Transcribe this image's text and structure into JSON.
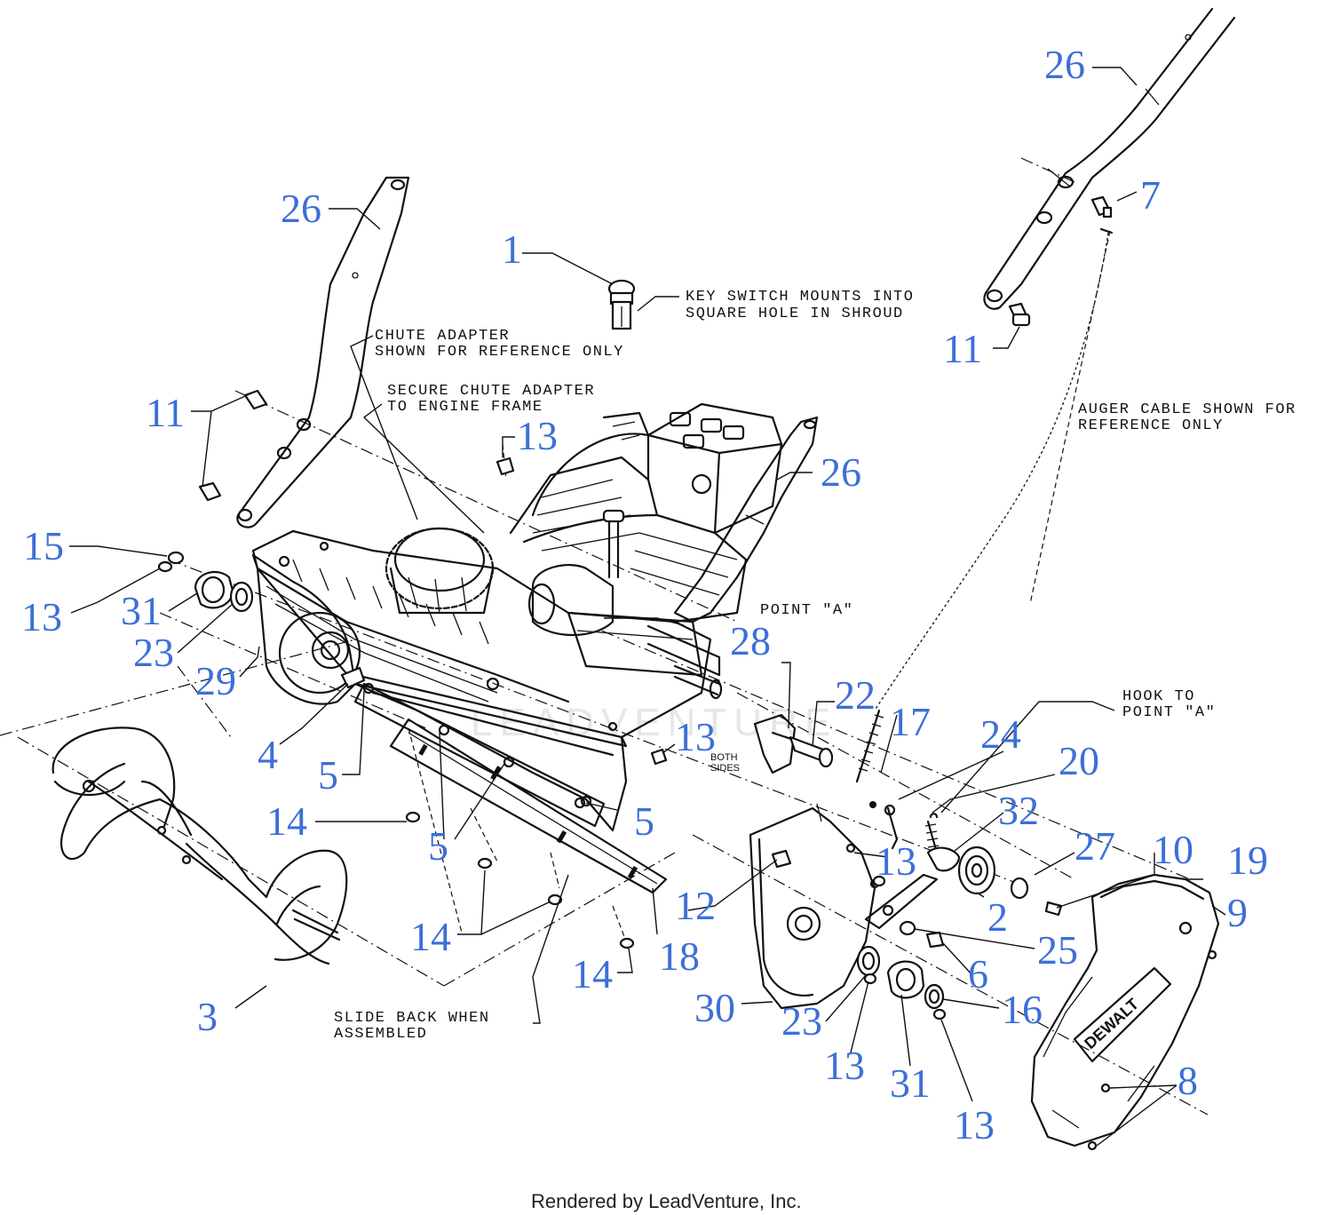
{
  "callouts": [
    {
      "label": "26",
      "key": "handle-right-top"
    },
    {
      "label": "7",
      "key": "bolt-7"
    },
    {
      "label": "11",
      "key": "bolt-11-right"
    },
    {
      "label": "26",
      "key": "handle-left"
    },
    {
      "label": "1",
      "key": "key-switch"
    },
    {
      "label": "11",
      "key": "bolt-11-left"
    },
    {
      "label": "13",
      "key": "screw-13-top"
    },
    {
      "label": "26",
      "key": "handle-right-lower"
    },
    {
      "label": "15",
      "key": "part-15"
    },
    {
      "label": "13",
      "key": "screw-13-left"
    },
    {
      "label": "31",
      "key": "flange-31-left"
    },
    {
      "label": "23",
      "key": "bearing-23-left"
    },
    {
      "label": "29",
      "key": "side-plate-29"
    },
    {
      "label": "4",
      "key": "part-4"
    },
    {
      "label": "5",
      "key": "part-5-a"
    },
    {
      "label": "5",
      "key": "part-5-b"
    },
    {
      "label": "5",
      "key": "part-5-c"
    },
    {
      "label": "14",
      "key": "nut-14-a"
    },
    {
      "label": "14",
      "key": "nut-14-b"
    },
    {
      "label": "14",
      "key": "nut-14-c"
    },
    {
      "label": "3",
      "key": "auger-3"
    },
    {
      "label": "18",
      "key": "scraper-18"
    },
    {
      "label": "28",
      "key": "bracket-28"
    },
    {
      "label": "22",
      "key": "pin-22"
    },
    {
      "label": "17",
      "key": "spring-17"
    },
    {
      "label": "13",
      "key": "screw-13-both"
    },
    {
      "label": "24",
      "key": "part-24"
    },
    {
      "label": "20",
      "key": "spring-20"
    },
    {
      "label": "32",
      "key": "part-32"
    },
    {
      "label": "27",
      "key": "spacer-27"
    },
    {
      "label": "10",
      "key": "screw-10"
    },
    {
      "label": "19",
      "key": "part-19"
    },
    {
      "label": "9",
      "key": "cover-9"
    },
    {
      "label": "13",
      "key": "screw-13-mid"
    },
    {
      "label": "12",
      "key": "part-12"
    },
    {
      "label": "2",
      "key": "pulley-2"
    },
    {
      "label": "25",
      "key": "washer-25"
    },
    {
      "label": "6",
      "key": "bolt-6"
    },
    {
      "label": "30",
      "key": "housing-30"
    },
    {
      "label": "23",
      "key": "bearing-23-right"
    },
    {
      "label": "16",
      "key": "part-16"
    },
    {
      "label": "13",
      "key": "screw-13-r1"
    },
    {
      "label": "31",
      "key": "flange-31-right"
    },
    {
      "label": "13",
      "key": "screw-13-r2"
    },
    {
      "label": "8",
      "key": "screw-8"
    }
  ],
  "notes": {
    "key_switch_1": "KEY SWITCH MOUNTS INTO",
    "key_switch_2": "SQUARE HOLE IN SHROUD",
    "chute_ref_1": "CHUTE ADAPTER",
    "chute_ref_2": "SHOWN FOR REFERENCE ONLY",
    "secure_1": "SECURE CHUTE ADAPTER",
    "secure_2": "TO ENGINE FRAME",
    "auger_cable_1": "AUGER CABLE SHOWN FOR",
    "auger_cable_2": "REFERENCE ONLY",
    "point_a": "POINT \"A\"",
    "hook_1": "HOOK TO",
    "hook_2": "POINT \"A\"",
    "both_1": "BOTH",
    "both_2": "SIDES",
    "slide_1": "SLIDE BACK WHEN",
    "slide_2": "ASSEMBLED"
  },
  "brand": "DEWALT",
  "watermark": "LEADVENTURE",
  "footer": "Rendered by LeadVenture, Inc.",
  "colors": {
    "callout": "#3d6fd8",
    "line": "#111111",
    "background": "#ffffff"
  }
}
